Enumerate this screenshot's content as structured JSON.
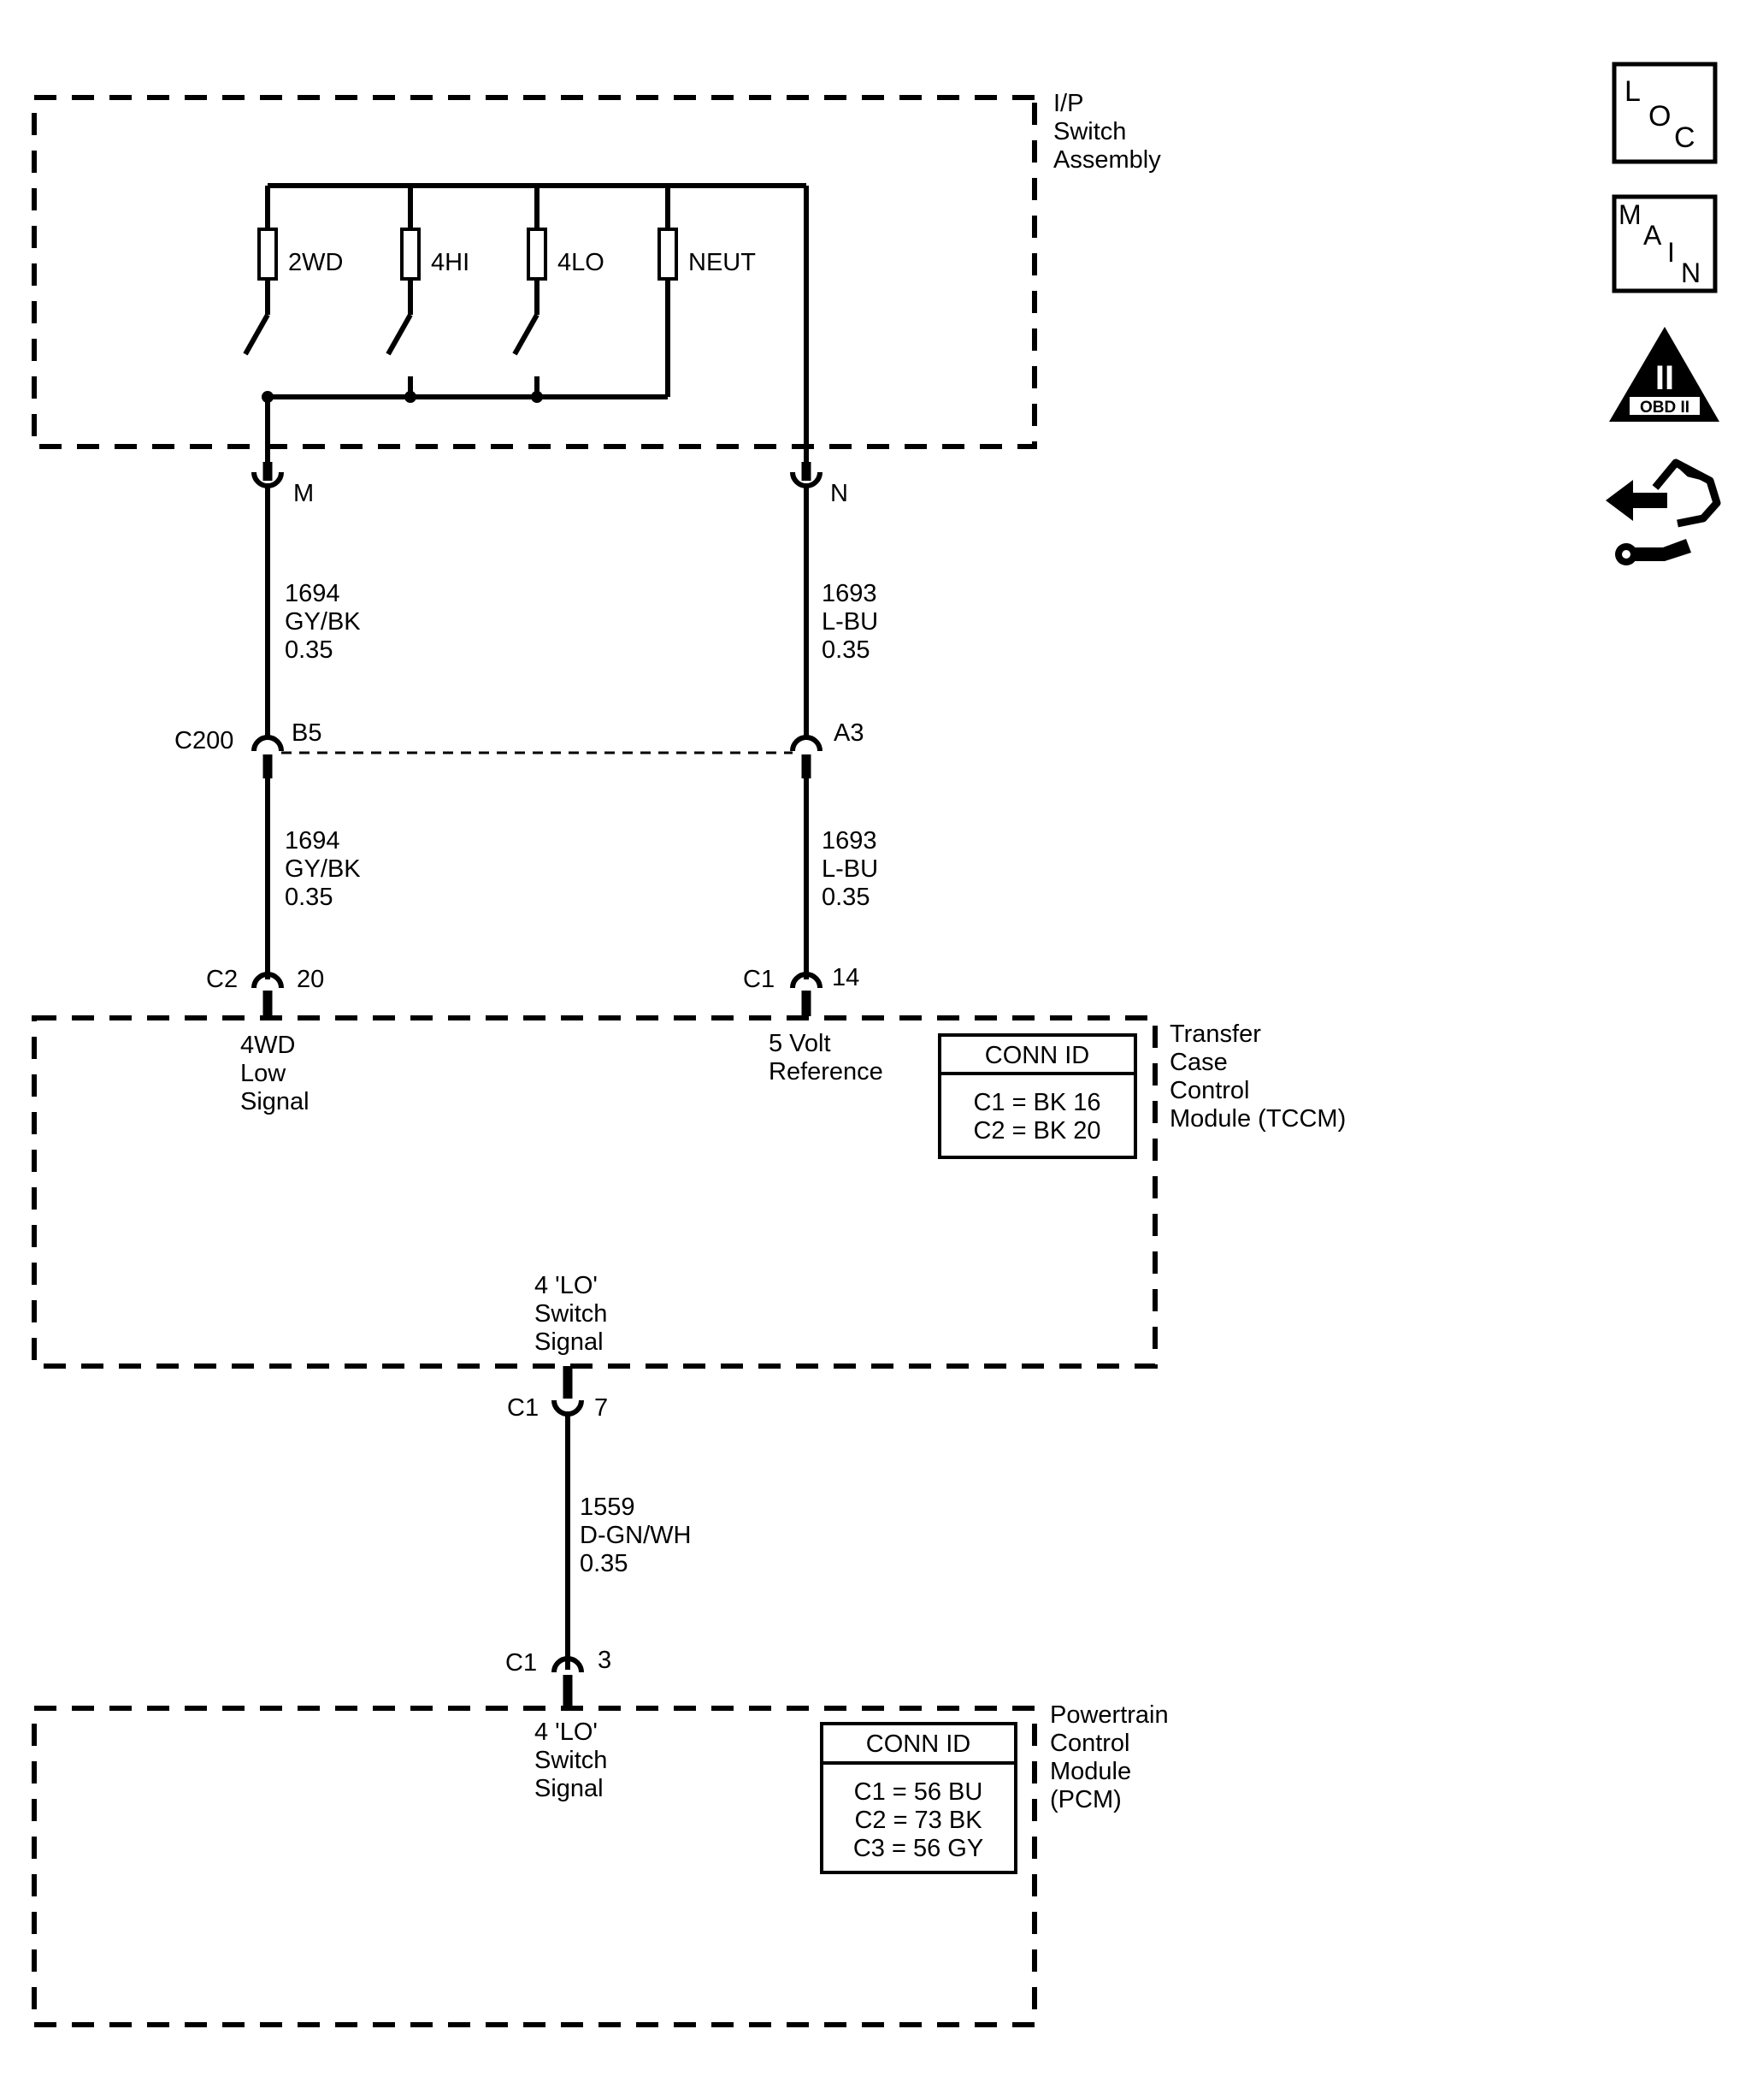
{
  "ip_switch": {
    "label": [
      "I/P",
      "Switch",
      "Assembly"
    ],
    "switches": [
      "2WD",
      "4HI",
      "4LO",
      "NEUT"
    ]
  },
  "connectors": {
    "m_pin": "M",
    "n_pin": "N",
    "c200": "C200",
    "c200_left_pin": "B5",
    "c200_right_pin": "A3",
    "tccm_left_conn": "C2",
    "tccm_left_pin": "20",
    "tccm_right_conn": "C1",
    "tccm_right_pin": "14",
    "tccm_bottom_conn": "C1",
    "tccm_bottom_pin": "7",
    "pcm_conn": "C1",
    "pcm_pin": "3"
  },
  "wires": {
    "left_upper": [
      "1694",
      "GY/BK",
      "0.35"
    ],
    "right_upper": [
      "1693",
      "L-BU",
      "0.35"
    ],
    "left_lower": [
      "1694",
      "GY/BK",
      "0.35"
    ],
    "right_lower": [
      "1693",
      "L-BU",
      "0.35"
    ],
    "bottom": [
      "1559",
      "D-GN/WH",
      "0.35"
    ]
  },
  "tccm": {
    "label": [
      "Transfer",
      "Case",
      "Control",
      "Module (TCCM)"
    ],
    "left_signal": [
      "4WD",
      "Low",
      "Signal"
    ],
    "right_signal": [
      "5 Volt",
      "Reference"
    ],
    "output_signal": [
      "4 'LO'",
      "Switch",
      "Signal"
    ],
    "conn_id": {
      "title": "CONN ID",
      "rows": [
        "C1 = BK 16",
        "C2 = BK 20"
      ]
    }
  },
  "pcm": {
    "label": [
      "Powertrain",
      "Control",
      "Module",
      "(PCM)"
    ],
    "input_signal": [
      "4 'LO'",
      "Switch",
      "Signal"
    ],
    "conn_id": {
      "title": "CONN ID",
      "rows": [
        "C1 = 56 BU",
        "C2 = 73 BK",
        "C3 = 56 GY"
      ]
    }
  },
  "icons": {
    "loc": [
      "L",
      "O",
      "C"
    ],
    "main": [
      "M",
      "A",
      "I",
      "N"
    ],
    "obd": {
      "numeral": "II",
      "label": "OBD II"
    }
  }
}
